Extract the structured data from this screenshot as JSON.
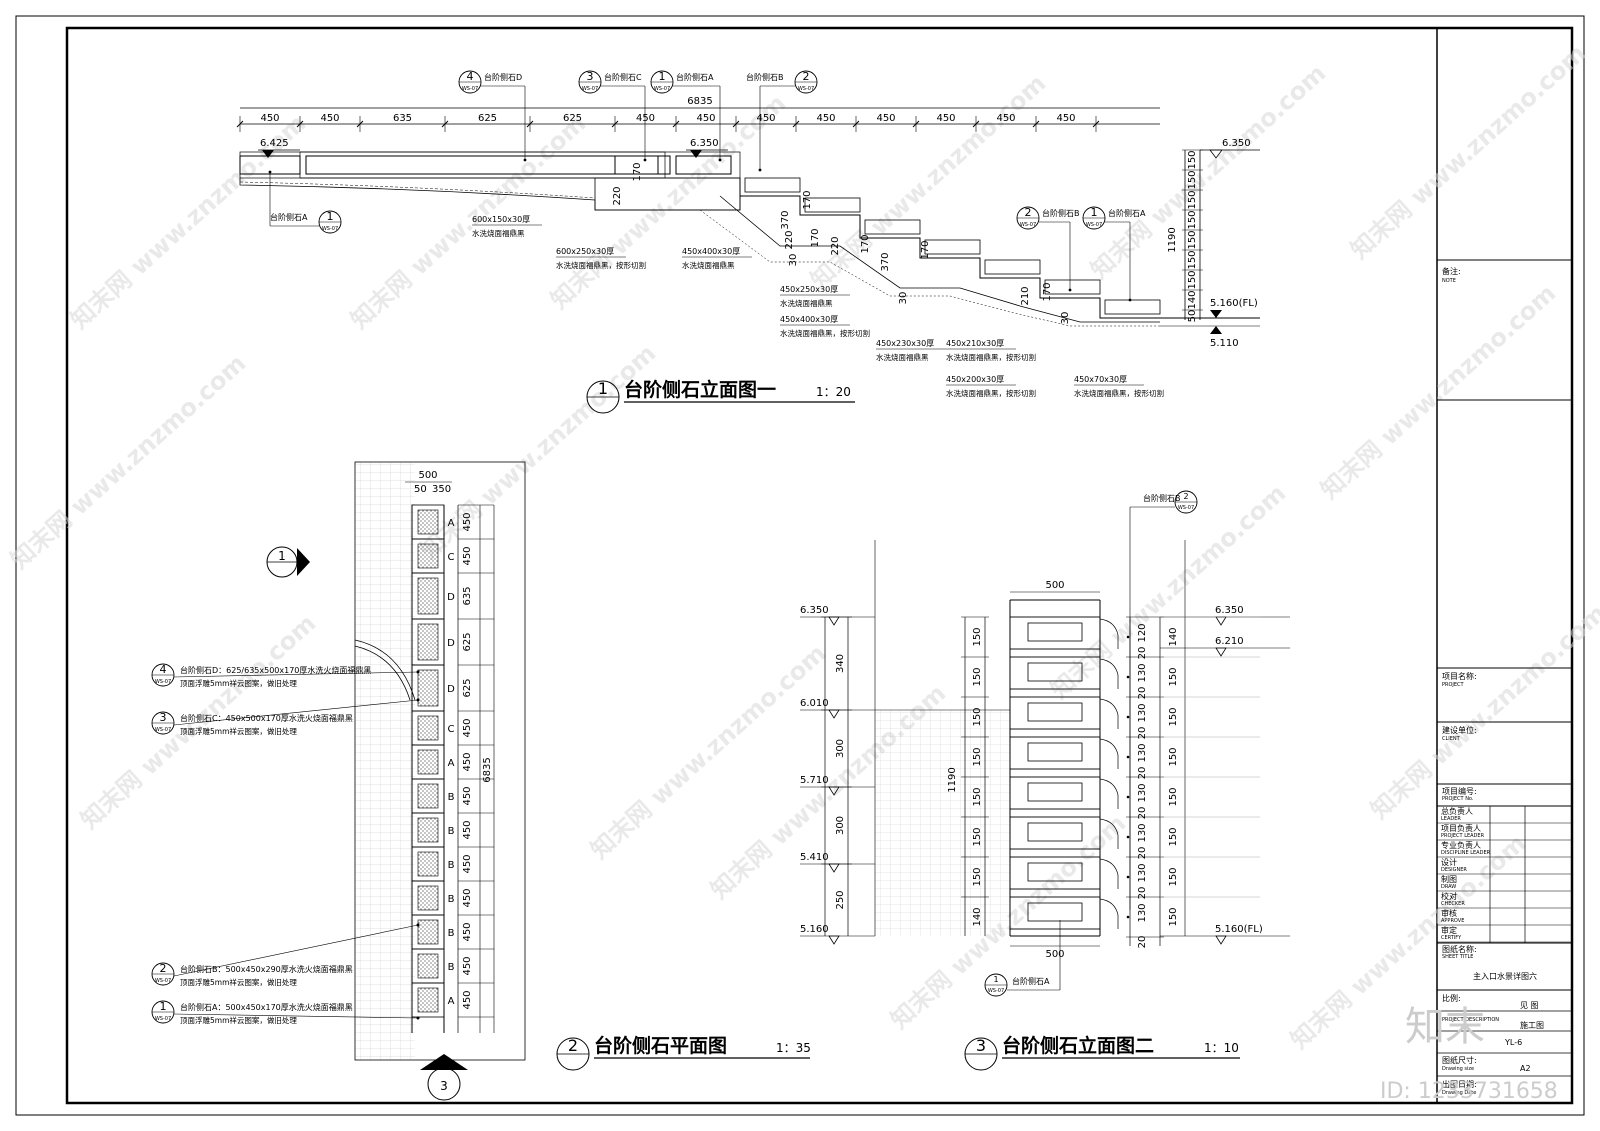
{
  "titles": {
    "view1": {
      "num": "1",
      "text": "台阶侧石立面图一",
      "scale": "1：20"
    },
    "view2": {
      "num": "2",
      "text": "台阶侧石平面图",
      "scale": "1：35"
    },
    "view3": {
      "num": "3",
      "text": "台阶侧石立面图二",
      "scale": "1：10"
    }
  },
  "elev1": {
    "total": "6835",
    "dims": [
      "450",
      "450",
      "635",
      "625",
      "625",
      "450",
      "450",
      "450",
      "450",
      "450",
      "450",
      "450",
      "450"
    ],
    "levels": [
      "6.425",
      "6.350",
      "6.350",
      "5.160(FL)",
      "5.110"
    ],
    "tags": [
      {
        "num": "4",
        "text": "台阶侧石D"
      },
      {
        "num": "3",
        "text": "台阶侧石C"
      },
      {
        "num": "1",
        "text": "台阶侧石A"
      },
      {
        "num": "2",
        "text": "台阶侧石B"
      },
      {
        "num": "1",
        "text": "台阶侧石A"
      },
      {
        "num": "2",
        "text": "台阶侧石B"
      },
      {
        "num": "1",
        "text": "台阶侧石A"
      }
    ],
    "tag_sheet": "WS-07",
    "vdims": [
      "170",
      "220",
      "170",
      "370",
      "170",
      "220",
      "30",
      "170",
      "370",
      "220",
      "30",
      "170",
      "210",
      "170",
      "30"
    ],
    "right_dims": [
      "150",
      "150",
      "150",
      "150",
      "150",
      "150",
      "150",
      "140",
      "50"
    ],
    "right_total": "1190",
    "notes": [
      {
        "size": "600x150x30厚",
        "desc": "水洗烧面福鼎黑"
      },
      {
        "size": "600x250x30厚",
        "desc": "水洗烧面福鼎黑，按形切割"
      },
      {
        "size": "450x400x30厚",
        "desc": "水洗烧面福鼎黑"
      },
      {
        "size": "450x250x30厚",
        "desc": "水洗烧面福鼎黑"
      },
      {
        "size": "450x400x30厚",
        "desc": "水洗烧面福鼎黑，按形切割"
      },
      {
        "size": "450x230x30厚",
        "desc": "水洗烧面福鼎黑"
      },
      {
        "size": "450x210x30厚",
        "desc": "水洗烧面福鼎黑，按形切割"
      },
      {
        "size": "450x200x30厚",
        "desc": "水洗烧面福鼎黑，按形切割"
      },
      {
        "size": "450x70x30厚",
        "desc": "水洗烧面福鼎黑，按形切割"
      }
    ]
  },
  "plan": {
    "width": "500",
    "sub": [
      "50",
      "350"
    ],
    "total": "6835",
    "rows": [
      {
        "code": "A",
        "dim": "450"
      },
      {
        "code": "C",
        "dim": "450"
      },
      {
        "code": "D",
        "dim": "635"
      },
      {
        "code": "D",
        "dim": "625"
      },
      {
        "code": "D",
        "dim": "625"
      },
      {
        "code": "C",
        "dim": "450"
      },
      {
        "code": "A",
        "dim": "450"
      },
      {
        "code": "B",
        "dim": "450"
      },
      {
        "code": "B",
        "dim": "450"
      },
      {
        "code": "B",
        "dim": "450"
      },
      {
        "code": "B",
        "dim": "450"
      },
      {
        "code": "B",
        "dim": "450"
      },
      {
        "code": "B",
        "dim": "450"
      },
      {
        "code": "A",
        "dim": "450"
      }
    ],
    "section_mark": "1",
    "section_mark_bottom": "3",
    "callouts": [
      {
        "num": "4",
        "line1": "台阶侧石D：625/635x500x170厚水洗火烧面福鼎黑",
        "line2": "顶面浮雕5mm祥云图案，做旧处理"
      },
      {
        "num": "3",
        "line1": "台阶侧石C：450x500x170厚水洗火烧面福鼎黑",
        "line2": "顶面浮雕5mm祥云图案，做旧处理"
      },
      {
        "num": "2",
        "line1": "台阶侧石B：500x450x290厚水洗火烧面福鼎黑",
        "line2": "顶面浮雕5mm祥云图案，做旧处理"
      },
      {
        "num": "1",
        "line1": "台阶侧石A：500x450x170厚水洗火烧面福鼎黑",
        "line2": "顶面浮雕5mm祥云图案，做旧处理"
      }
    ],
    "tag_sheet": "WS-07"
  },
  "elev2": {
    "width_top": "500",
    "width_bottom": "500",
    "levels": [
      "6.350",
      "6.010",
      "5.710",
      "5.410",
      "5.160",
      "6.350",
      "6.210",
      "5.160(FL)"
    ],
    "left_dims": [
      "340",
      "300",
      "300",
      "250"
    ],
    "inner_dims": [
      "150",
      "150",
      "150",
      "150",
      "150",
      "150",
      "150",
      "140"
    ],
    "inner_total": "1190",
    "right_a": [
      "120",
      "130",
      "130",
      "130",
      "130",
      "130",
      "130",
      "130",
      "20"
    ],
    "right_b": [
      "140",
      "150",
      "150",
      "150",
      "150",
      "150",
      "150",
      "150"
    ],
    "right_a_extra": [
      "20",
      "20",
      "20",
      "20",
      "20",
      "20",
      "20"
    ],
    "tag_top": {
      "num": "2",
      "text": "台阶侧石B"
    },
    "tag_bottom": {
      "num": "1",
      "text": "台阶侧石A"
    },
    "tag_sheet": "WS-07"
  },
  "title_block": {
    "note_cn": "备注:",
    "note_en": "NOTE",
    "project_cn": "项目名称:",
    "project_en": "PROJECT",
    "client_cn": "建设单位:",
    "client_en": "CLIENT",
    "projno_cn": "项目编号:",
    "projno_en": "PROJECT No.",
    "roles": [
      {
        "cn": "总负责人",
        "en": "LEADER"
      },
      {
        "cn": "项目负责人",
        "en": "PROJECT LEADER"
      },
      {
        "cn": "专业负责人",
        "en": "DISCIPLINE LEADER"
      },
      {
        "cn": "设计",
        "en": "DESIGNER"
      },
      {
        "cn": "制图",
        "en": "DRAW"
      },
      {
        "cn": "校对",
        "en": "CHECKER"
      },
      {
        "cn": "审核",
        "en": "APPROVE"
      },
      {
        "cn": "审定",
        "en": "CERTIFY"
      }
    ],
    "sheet_title_cn": "图纸名称:",
    "sheet_title_en": "SHEET TITLE",
    "sheet_name": "主入口水景详图六",
    "scale_cn": "比例:",
    "desc_label": "PROJECT DESCRIPTION",
    "desc_value": "施工图",
    "sheet_no": "YL-6",
    "size_cn": "图纸尺寸:",
    "size_en": "Drawing size",
    "size_value": "A2",
    "date_cn": "出图日期:",
    "date_en": "Drawing Date",
    "scale_val": "见  图"
  },
  "watermark": {
    "site": "www.znzmo.com",
    "brand": "知末网",
    "logo": "知末",
    "id": "ID: 1233731658"
  }
}
